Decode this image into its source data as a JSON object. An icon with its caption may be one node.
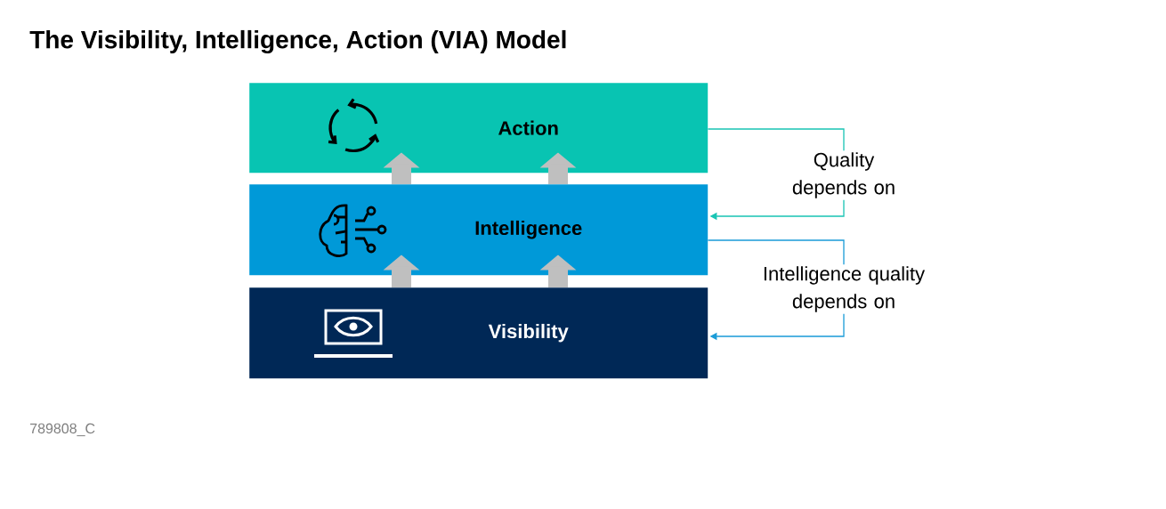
{
  "diagram": {
    "title": "The Visibility, Intelligence, Action (VIA) Model",
    "nodes": [
      {
        "text": [
          "Action"
        ]
      },
      {
        "text": [
          "Intelligence"
        ]
      },
      {
        "text": [
          "Visibility"
        ]
      }
    ],
    "edges": [
      {
        "from": 1,
        "to": 0,
        "arrow": "to"
      },
      {
        "from": 1,
        "to": 0,
        "arrow": "to"
      },
      {
        "from": 2,
        "to": 1,
        "arrow": "to"
      },
      {
        "from": 2,
        "to": 1,
        "arrow": "to"
      },
      {
        "from": 0,
        "to": 1,
        "arrow": "to",
        "label": "Quality depends on",
        "color": "#18c4b4"
      },
      {
        "from": 1,
        "to": 2,
        "arrow": "to",
        "label": "Intelligence quality depends on",
        "color": "#1a9bd7"
      }
    ],
    "labels": [
      "789808_C"
    ]
  }
}
